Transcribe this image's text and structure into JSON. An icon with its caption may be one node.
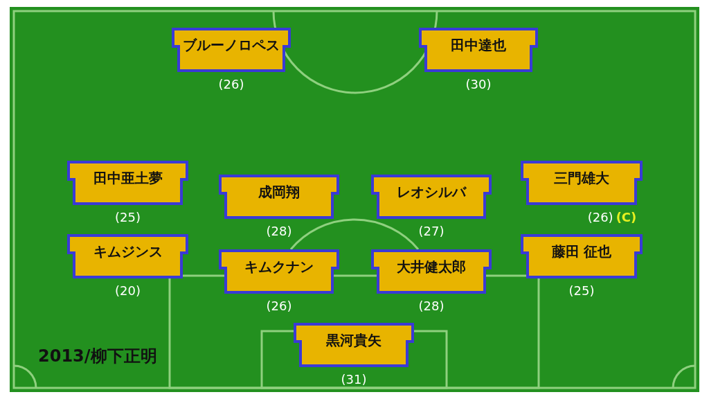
{
  "diagram": {
    "nodes": [
      {
        "text": [
          "ブルーノロペス"
        ],
        "beside": [
          "(26)"
        ]
      },
      {
        "text": [
          "田中達也"
        ],
        "beside": [
          "(30)"
        ]
      },
      {
        "text": [
          "田中亜土夢"
        ],
        "beside": [
          "(25)"
        ]
      },
      {
        "text": [
          "成岡翔"
        ],
        "beside": [
          "(28)"
        ]
      },
      {
        "text": [
          "レオシルバ"
        ],
        "beside": [
          "(27)"
        ]
      },
      {
        "text": [
          "三門雄大"
        ],
        "beside": [
          "(26)",
          "(C)"
        ]
      },
      {
        "text": [
          "キムジンス"
        ],
        "beside": [
          "(20)"
        ]
      },
      {
        "text": [
          "キムクナン"
        ],
        "beside": [
          "(26)"
        ]
      },
      {
        "text": [
          "大井健太郎"
        ],
        "beside": [
          "(28)"
        ]
      },
      {
        "text": [
          "藤田 征也"
        ],
        "beside": [
          "(25)"
        ]
      },
      {
        "text": [
          "黒河貴矢"
        ],
        "beside": [
          "(31)"
        ]
      }
    ],
    "labels": [
      "2013/柳下正明"
    ]
  }
}
